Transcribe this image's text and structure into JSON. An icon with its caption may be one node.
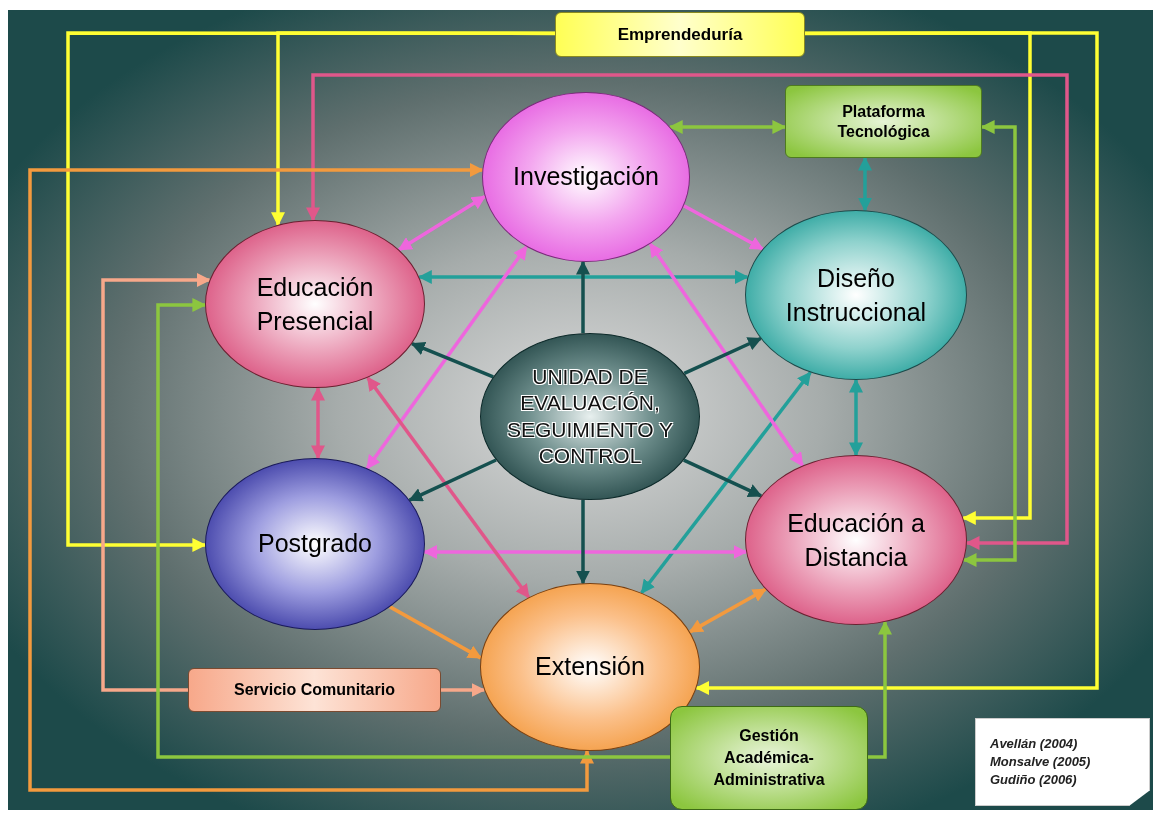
{
  "diagram": {
    "nodes": [
      {
        "text": [
          "Emprendeduría"
        ]
      },
      {
        "text": [
          "Plataforma Tecnológica"
        ]
      },
      {
        "text": [
          "Investigación"
        ]
      },
      {
        "text": [
          "Educación Presencial"
        ]
      },
      {
        "text": [
          "Diseño Instruccional"
        ]
      },
      {
        "text": [
          "UNIDAD DE EVALUACIÓN, SEGUIMIENTO Y CONTROL"
        ]
      },
      {
        "text": [
          "Postgrado"
        ]
      },
      {
        "text": [
          "Educación a Distancia"
        ]
      },
      {
        "text": [
          "Extensión"
        ]
      },
      {
        "text": [
          "Servicio Comunitario"
        ]
      },
      {
        "text": [
          "Gestión Académica-Administrativa"
        ]
      },
      {
        "text": [
          "Avellán (2004)",
          "Monsalve (2005)",
          "Gudiño (2006)"
        ]
      }
    ],
    "edges": [
      {
        "from": 0,
        "to": 6,
        "arrow": "to",
        "color": "#ffff33"
      },
      {
        "from": 0,
        "to": 3,
        "arrow": "to",
        "color": "#ffff33"
      },
      {
        "from": 0,
        "to": 7,
        "arrow": "to",
        "color": "#ffff33"
      },
      {
        "from": 0,
        "to": 8,
        "arrow": "to",
        "color": "#ffff33"
      },
      {
        "from": 3,
        "to": 7,
        "arrow": "both",
        "color": "#e0578a"
      },
      {
        "from": 2,
        "to": 8,
        "arrow": "both",
        "color": "#f39a3e"
      },
      {
        "from": 9,
        "to": 3,
        "arrow": "to",
        "color": "#f7a88a"
      },
      {
        "from": 9,
        "to": 8,
        "arrow": "to",
        "color": "#f7a88a"
      },
      {
        "from": 10,
        "to": 3,
        "arrow": "to",
        "color": "#8cc63f"
      },
      {
        "from": 10,
        "to": 7,
        "arrow": "to",
        "color": "#8cc63f"
      },
      {
        "from": 1,
        "to": 7,
        "arrow": "both",
        "color": "#8cc63f"
      },
      {
        "from": 2,
        "to": 1,
        "arrow": "both",
        "color": "#8cc63f"
      },
      {
        "from": 1,
        "to": 4,
        "arrow": "both",
        "color": "#23a09a"
      },
      {
        "from": 3,
        "to": 4,
        "arrow": "both",
        "color": "#23a09a"
      },
      {
        "from": 4,
        "to": 7,
        "arrow": "both",
        "color": "#23a09a"
      },
      {
        "from": 4,
        "to": 8,
        "arrow": "both",
        "color": "#23a09a"
      },
      {
        "from": 2,
        "to": 3,
        "arrow": "both",
        "color": "#ee66dd"
      },
      {
        "from": 2,
        "to": 4,
        "arrow": "to",
        "color": "#ee66dd"
      },
      {
        "from": 2,
        "to": 6,
        "arrow": "both",
        "color": "#ee66dd"
      },
      {
        "from": 2,
        "to": 7,
        "arrow": "both",
        "color": "#ee66dd"
      },
      {
        "from": 6,
        "to": 7,
        "arrow": "both",
        "color": "#ee66dd"
      },
      {
        "from": 3,
        "to": 6,
        "arrow": "both",
        "color": "#e0578a"
      },
      {
        "from": 3,
        "to": 8,
        "arrow": "both",
        "color": "#e0578a"
      },
      {
        "from": 5,
        "to": 2,
        "arrow": "to",
        "color": "#15504f"
      },
      {
        "from": 5,
        "to": 3,
        "arrow": "to",
        "color": "#15504f"
      },
      {
        "from": 5,
        "to": 4,
        "arrow": "to",
        "color": "#15504f"
      },
      {
        "from": 5,
        "to": 6,
        "arrow": "to",
        "color": "#15504f"
      },
      {
        "from": 5,
        "to": 7,
        "arrow": "to",
        "color": "#15504f"
      },
      {
        "from": 5,
        "to": 8,
        "arrow": "to",
        "color": "#15504f"
      },
      {
        "from": 6,
        "to": 8,
        "arrow": "to",
        "color": "#f39a3e"
      },
      {
        "from": 7,
        "to": 8,
        "arrow": "both",
        "color": "#f39a3e"
      }
    ]
  }
}
